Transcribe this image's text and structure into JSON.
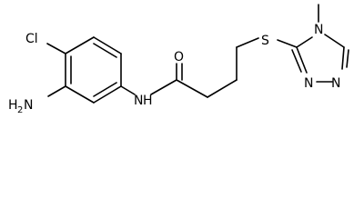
{
  "structure": {
    "atoms": {
      "chlorine": "Cl",
      "amino_nitrogen": "N",
      "amino_hydrogens": "H",
      "amino_subscript": "2",
      "amide_nitrogen": "N",
      "amide_hydrogen": "H",
      "carbonyl_oxygen": "O",
      "sulfur": "S",
      "triazole_n_methyl": "N",
      "triazole_n_a": "N",
      "triazole_n_b": "N"
    }
  }
}
